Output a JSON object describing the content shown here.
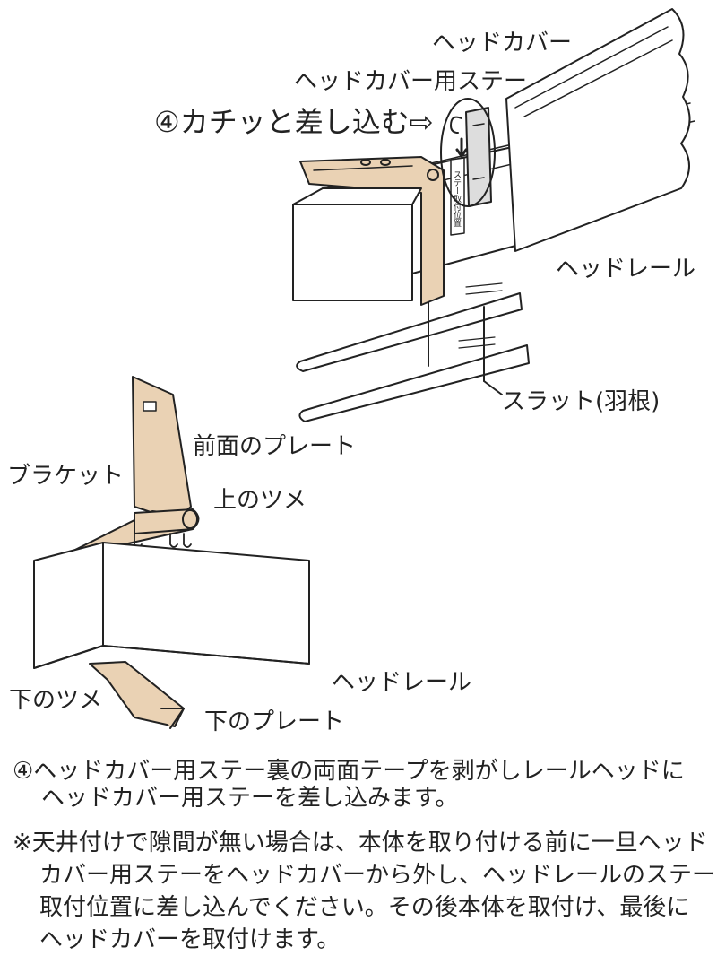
{
  "labels": {
    "head_cover": "ヘッドカバー",
    "head_cover_stay": "ヘッドカバー用ステー",
    "step4_click": "④カチッと差し込む⇨",
    "head_rail_top": "ヘッドレール",
    "slat": "スラット(羽根)",
    "front_plate": "前面のプレート",
    "bracket": "ブラケット",
    "upper_claw": "上のツメ",
    "head_rail_bottom": "ヘッドレール",
    "lower_claw": "下のツメ",
    "lower_plate": "下のプレート",
    "stay_mount_position": "ステー取付位置"
  },
  "instructions": {
    "step4_line1": "④ヘッドカバー用ステー裏の両面テープを剥がしレールヘッドに",
    "step4_line2": "ヘッドカバー用ステーを差し込みます。",
    "note_line1": "※天井付けで隙間が無い場合は、本体を取り付ける前に一旦ヘッド",
    "note_line2": "カバー用ステーをヘッドカバーから外し、ヘッドレールのステー",
    "note_line3": "取付位置に差し込んでください。その後本体を取付け、最後に",
    "note_line4": "ヘッドカバーを取付けます。"
  },
  "colors": {
    "bracket_fill": "#ead2b4",
    "line": "#222222",
    "paper": "#ffffff"
  }
}
